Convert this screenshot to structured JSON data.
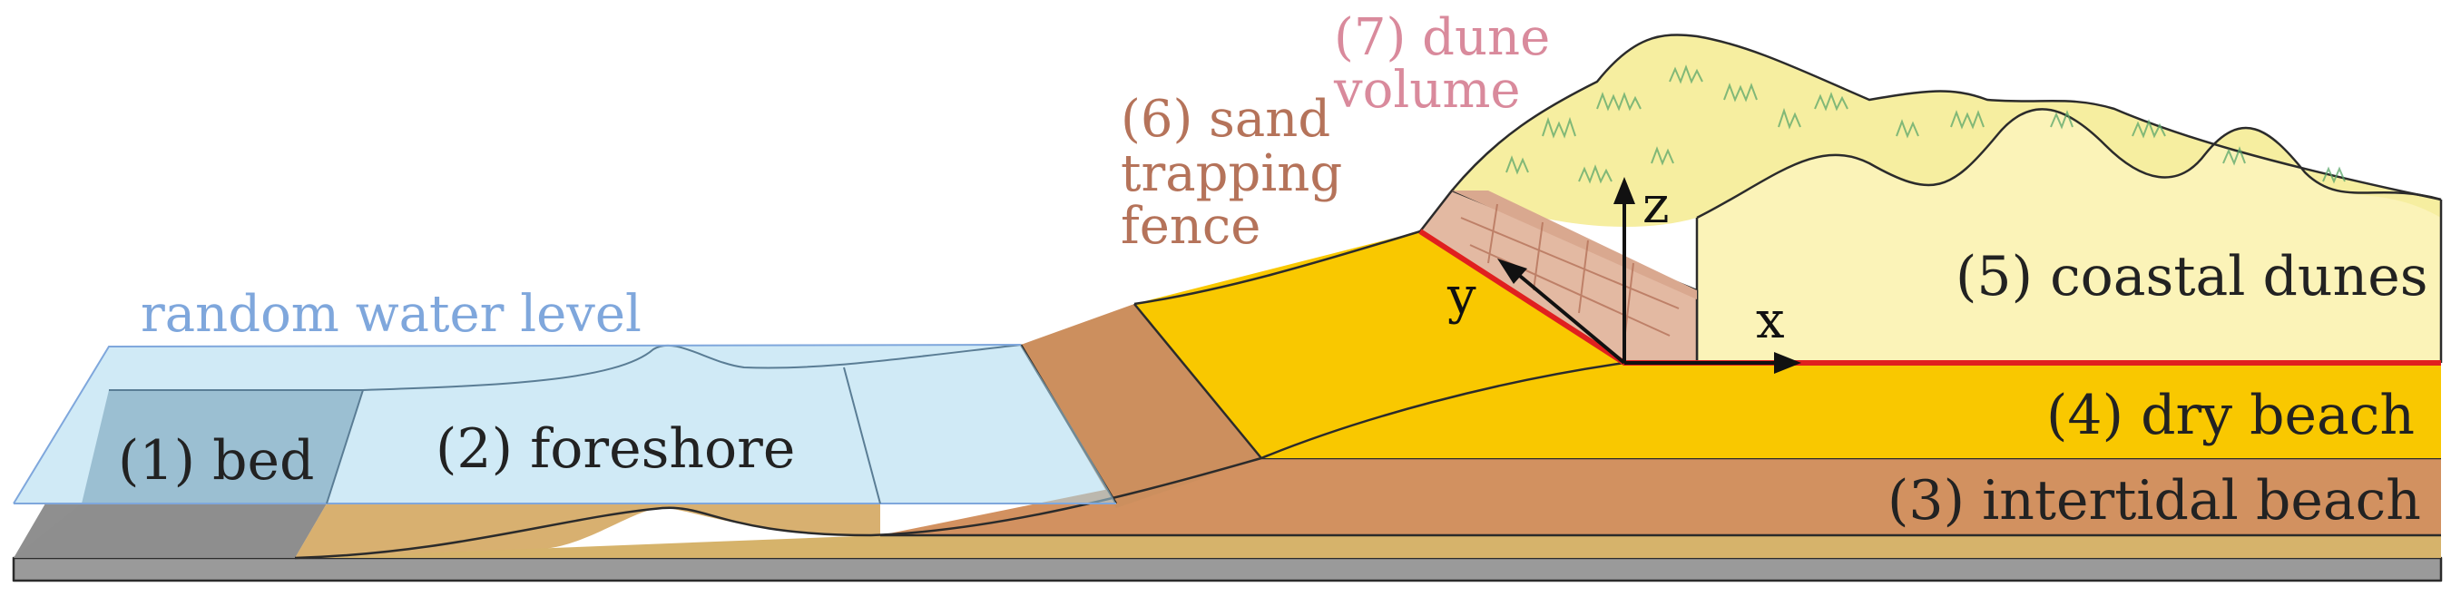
{
  "labels": {
    "water": "random water level",
    "bed": "(1) bed",
    "foreshore": "(2) foreshore",
    "intertidal": "(3) intertidal beach",
    "dry": "(4) dry beach",
    "dunes": "(5) coastal dunes",
    "fence": [
      "(6) sand",
      "trapping",
      "fence"
    ],
    "volume": [
      "(7) dune",
      "volume"
    ],
    "axis_x": "x",
    "axis_y": "y",
    "axis_z": "z"
  },
  "colors": {
    "water_label": "#7fa7dc",
    "fence_label": "#b5735a",
    "volume_label": "#d98a9c",
    "shoreline": "#e0201f",
    "dry_beach": "#f9c800",
    "intertidal": "#d29160",
    "dunes": "#fbf3b8",
    "grass": "#5aa66a"
  }
}
